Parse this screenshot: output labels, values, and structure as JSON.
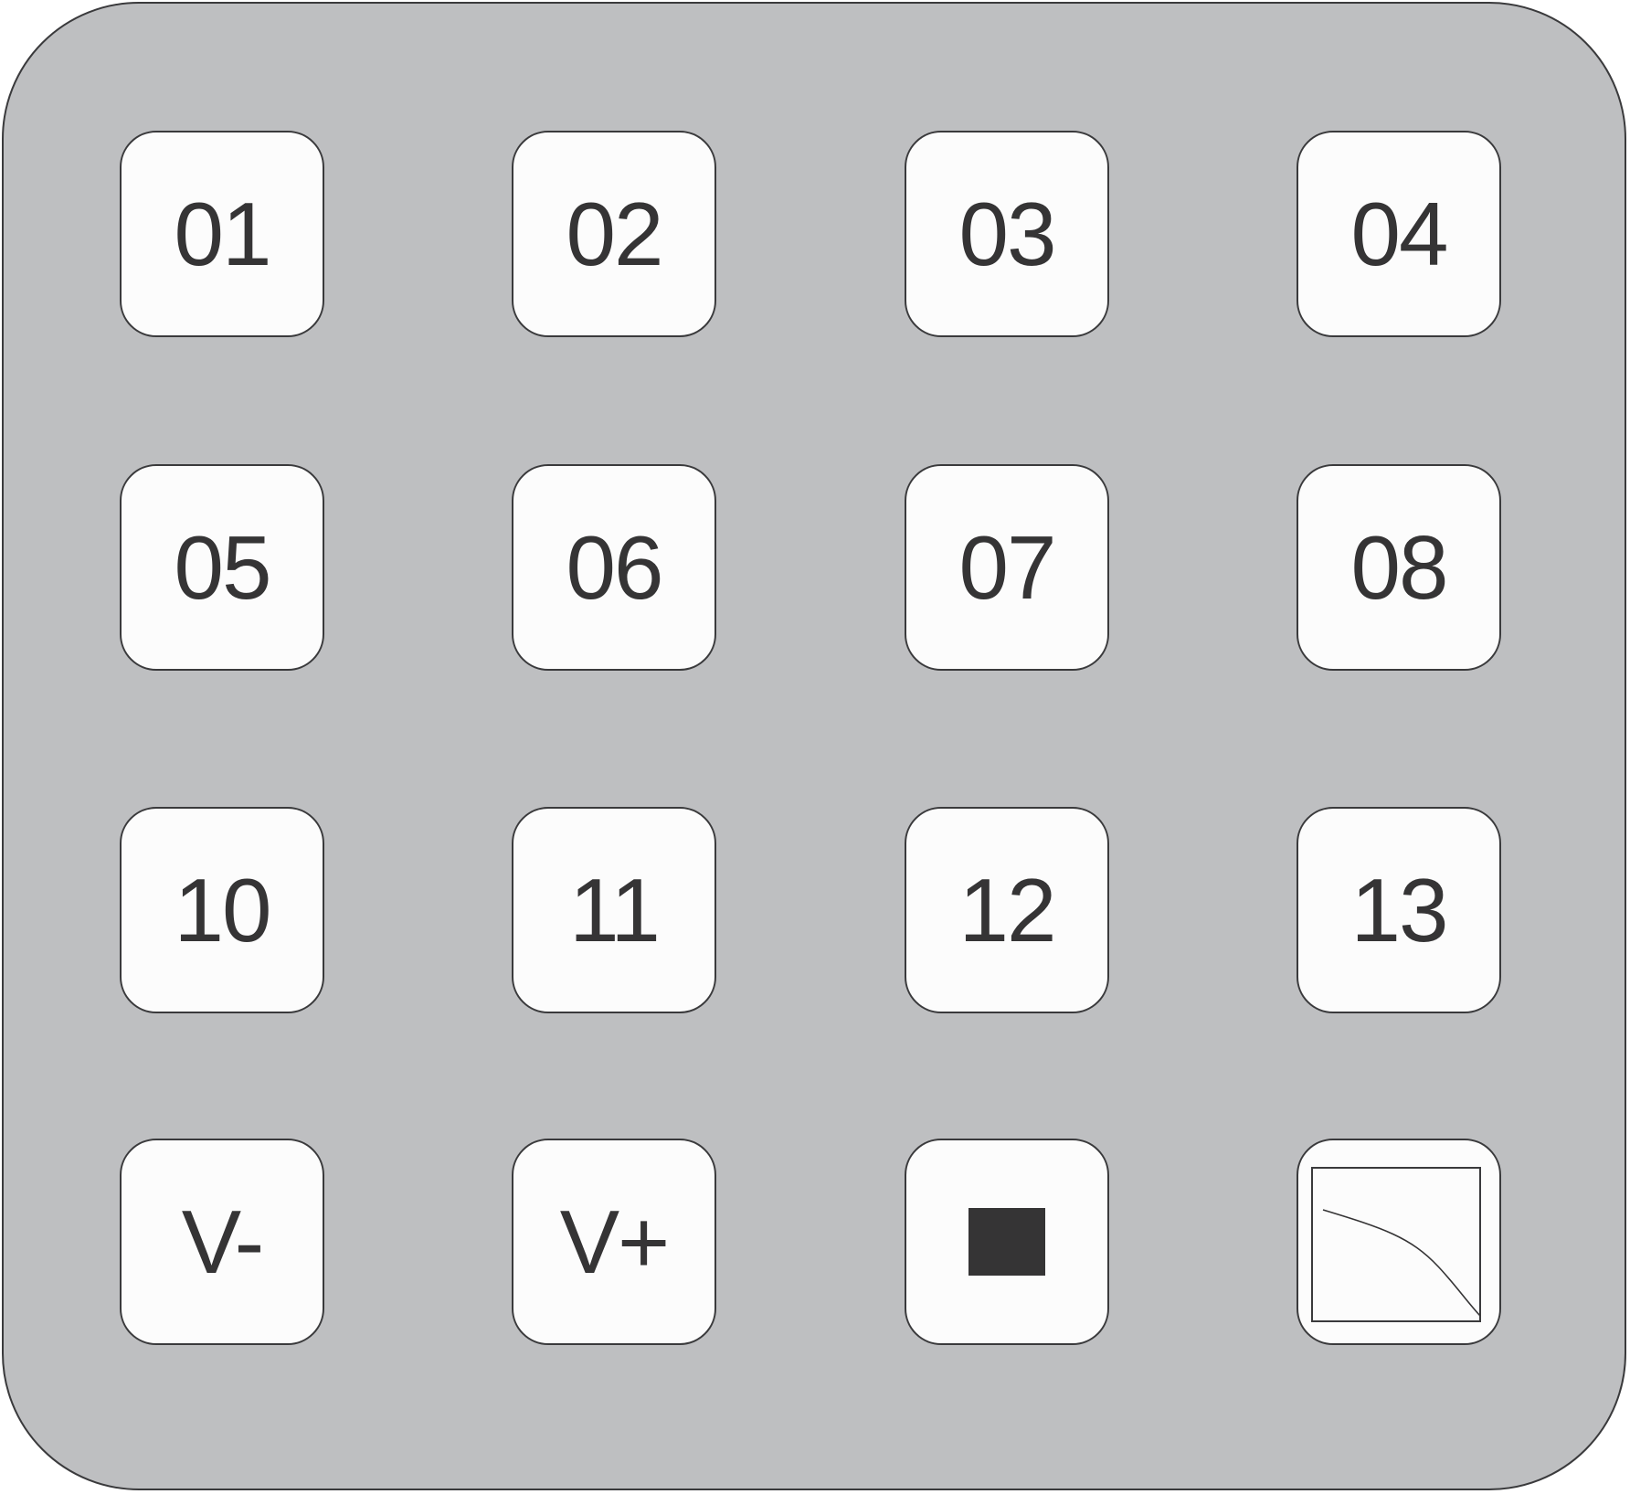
{
  "keypad": {
    "keys": [
      {
        "label": "01"
      },
      {
        "label": "02"
      },
      {
        "label": "03"
      },
      {
        "label": "04"
      },
      {
        "label": "05"
      },
      {
        "label": "06"
      },
      {
        "label": "07"
      },
      {
        "label": "08"
      },
      {
        "label": "10"
      },
      {
        "label": "11"
      },
      {
        "label": "12"
      },
      {
        "label": "13"
      },
      {
        "label": "V-"
      },
      {
        "label": "V+"
      },
      {
        "icon": "stop-icon"
      },
      {
        "icon": "curve-icon"
      }
    ]
  },
  "colors": {
    "panel_background": "#bebfc1",
    "key_background": "#fcfcfc",
    "outline": "#3a3a3c",
    "text": "#353435"
  }
}
